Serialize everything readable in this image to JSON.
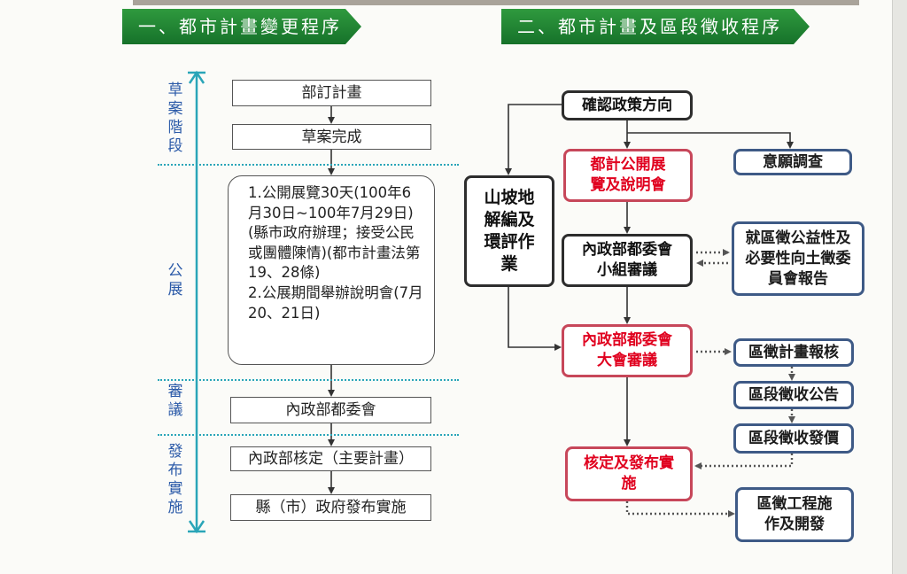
{
  "headers": {
    "left": "一、都市計畫變更程序",
    "right": "二、都市計畫及區段徵收程序"
  },
  "left_flow": {
    "phases": {
      "draft": "草案階段",
      "public": "公展",
      "review": "審議",
      "publish": "發布實施"
    },
    "steps": {
      "plan": "部訂計畫",
      "draft_done": "草案完成",
      "public_item1": "1.公開展覽30天(100年6月30日~100年7月29日)(縣市政府辦理；接受公民或團體陳情)(都市計畫法第19、28條)",
      "public_item2": "2.公展期間舉辦說明會(7月20、21日)",
      "moi_committee": "內政部都委會",
      "moi_approve": "內政部核定（主要計畫）",
      "county_publish": "縣（市）政府發布實施"
    }
  },
  "right_flow": {
    "confirm_policy": "確認政策方向",
    "slope": "山坡地解編及環評作業",
    "public_exhibit": "都計公開展覽及說明會",
    "survey": "意願調查",
    "moi_group": "內政部都委會小組審議",
    "land_report": "就區徵公益性及必要性向土徵委員會報告",
    "moi_general": "內政部都委會大會審議",
    "zone_report": "區徵計畫報核",
    "zone_announce": "區段徵收公告",
    "zone_issue": "區段徵收發價",
    "approve_publish": "核定及發布實施",
    "zone_works": "區徵工程施作及開發"
  },
  "colors": {
    "banner_green": "#1f8535",
    "highlight_red": "#e0001e",
    "phase_blue": "#2b5aa8",
    "teal_bracket": "#2aa5b8"
  }
}
